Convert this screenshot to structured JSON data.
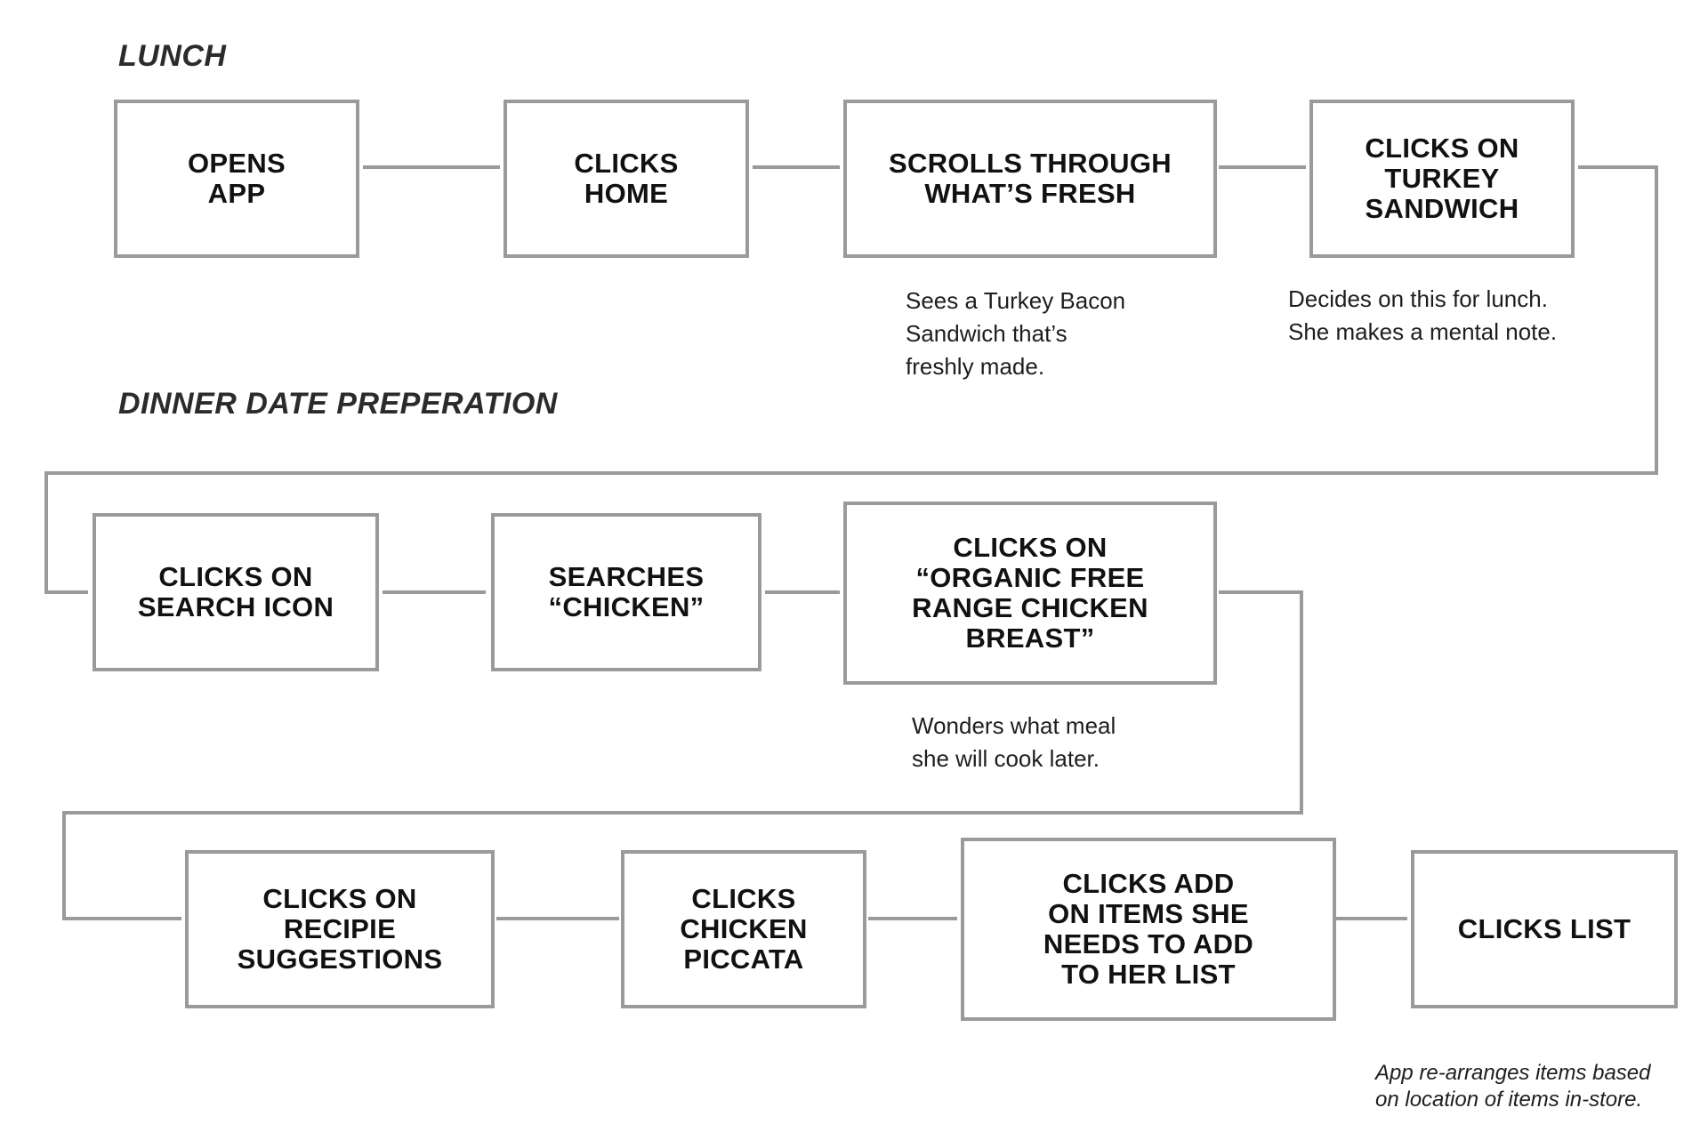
{
  "sections": {
    "lunch": "LUNCH",
    "dinner": "DINNER DATE PREPERATION"
  },
  "steps": [
    "OPENS\nAPP",
    "CLICKS\nHOME",
    "SCROLLS THROUGH\nWHAT’S FRESH",
    "CLICKS ON\nTURKEY\nSANDWICH",
    "CLICKS ON\nSEARCH ICON",
    "SEARCHES\n“CHICKEN”",
    "CLICKS ON\n“ORGANIC FREE\nRANGE CHICKEN\nBREAST”",
    "CLICKS ON\nRECIPIE\nSUGGESTIONS",
    "CLICKS\nCHICKEN\nPICCATA",
    "CLICKS ADD\nON ITEMS SHE\nNEEDS TO ADD\nTO HER LIST",
    "CLICKS LIST"
  ],
  "notes": [
    "Sees a Turkey Bacon\nSandwich that’s\nfreshly made.",
    "Decides on this for lunch.\nShe makes a mental note.",
    "Wonders what meal\nshe will cook later."
  ],
  "footnote": "App re-arranges items based\non location of items in-store."
}
